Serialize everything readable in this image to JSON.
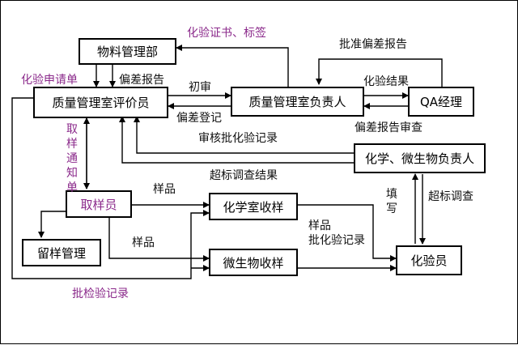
{
  "boxes": {
    "materials": "物料管理部",
    "qa_evaluator": "质量管理室评价员",
    "qa_head": "质量管理室负责人",
    "qa_manager": "QA经理",
    "chem_micro_head": "化学、微生物负责人",
    "sampler": "取样员",
    "retention": "留样管理",
    "chem_lab": "化学室收样",
    "micro_lab": "微生物收样",
    "tester": "化验员"
  },
  "labels": {
    "test_certificate": "化验证书、标签",
    "approve_deviation": "批准偏差报告",
    "test_request": "化验申请单",
    "deviation_report": "偏差报告",
    "first_review": "初审",
    "test_result": "化验结果",
    "deviation_register": "偏差登记",
    "deviation_review": "偏差报告审查",
    "review_approve_record": "审核批化验记录",
    "sampling_notice": "取样通知单",
    "oos_result": "超标调查结果",
    "sample_1": "样品",
    "fill_in": "填写",
    "oos_investigation": "超标调查",
    "sample_2": "样品",
    "batch_test_record_1": "样品",
    "batch_test_record_2": "批化验记录",
    "batch_inspection_record": "批检验记录"
  },
  "colors": {
    "accent_purple": "#8b2a8b",
    "line": "#000000"
  }
}
